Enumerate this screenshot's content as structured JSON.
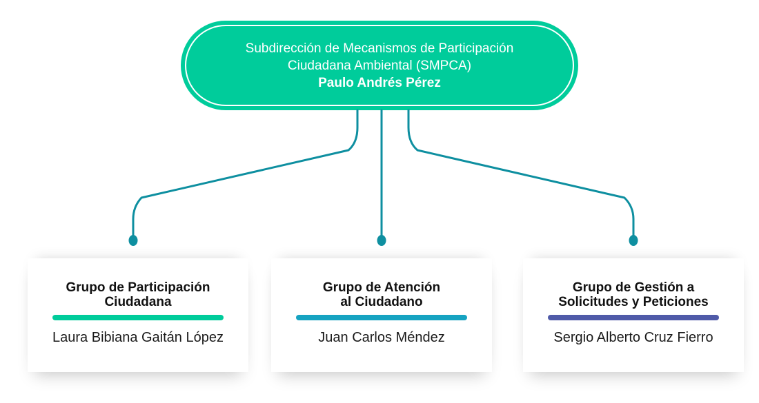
{
  "root": {
    "title_line1": "Subdirección de Mecanismos de Participación",
    "title_line2": "Ciudadana Ambiental (SMPCA)",
    "head": "Paulo Andrés Pérez",
    "color": "#00cc9b"
  },
  "connector_color": "#0e8fa0",
  "groups": [
    {
      "title_line1": "Grupo de Participación",
      "title_line2": "Ciudadana",
      "person": "Laura Bibiana Gaitán López",
      "bar_color": "#00cc9b"
    },
    {
      "title_line1": "Grupo de Atención",
      "title_line2": "al Ciudadano",
      "person": "Juan Carlos Méndez",
      "bar_color": "#16a3c1"
    },
    {
      "title_line1": "Grupo de Gestión a",
      "title_line2": "Solicitudes y Peticiones",
      "person": "Sergio Alberto Cruz Fierro",
      "bar_color": "#4f5aa8"
    }
  ]
}
